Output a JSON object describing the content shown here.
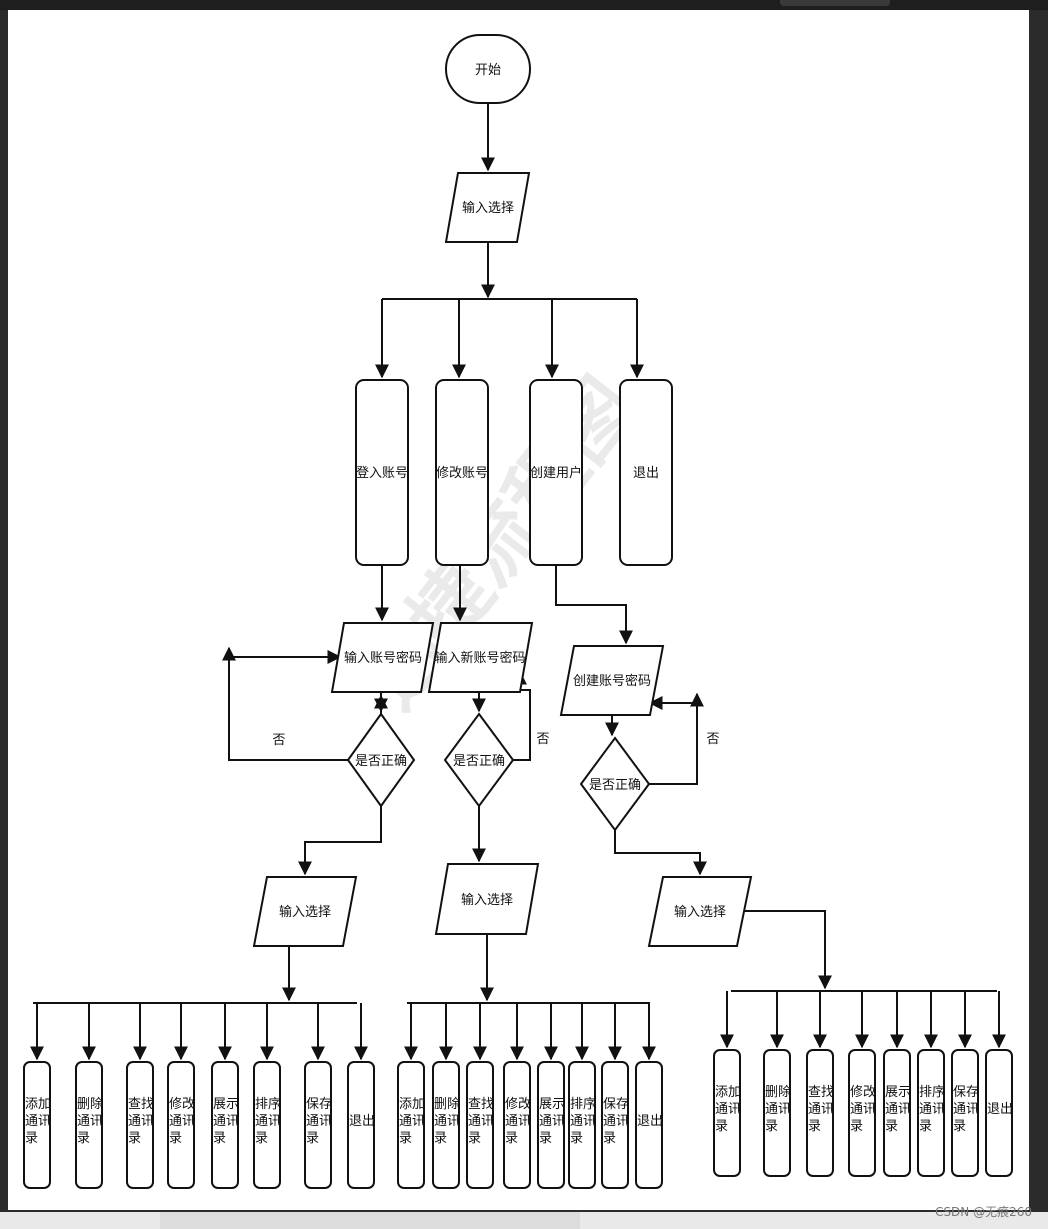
{
  "watermark": "迅捷流程图",
  "credit": "CSDN @无痕260",
  "nodes": {
    "start": "开始",
    "input_choice": "输入选择",
    "branch_login": "登入账号",
    "branch_modify": "修改账号",
    "branch_create": "创建用户",
    "branch_exit": "退出",
    "login_input": "输入账号密码",
    "modify_input": "输入新账号密码",
    "create_input": "创建账号密码",
    "check": "是否正确",
    "no": "否",
    "sub_choice": "输入选择"
  },
  "actions": [
    "添加通讯录",
    "删除通讯录",
    "查找通讯录",
    "修改通讯录",
    "展示通讯录",
    "排序通讯录",
    "保存通讯录",
    "退出"
  ],
  "colors": {
    "stroke": "#111111",
    "background": "#ffffff",
    "watermark": "#d9d9d9"
  }
}
